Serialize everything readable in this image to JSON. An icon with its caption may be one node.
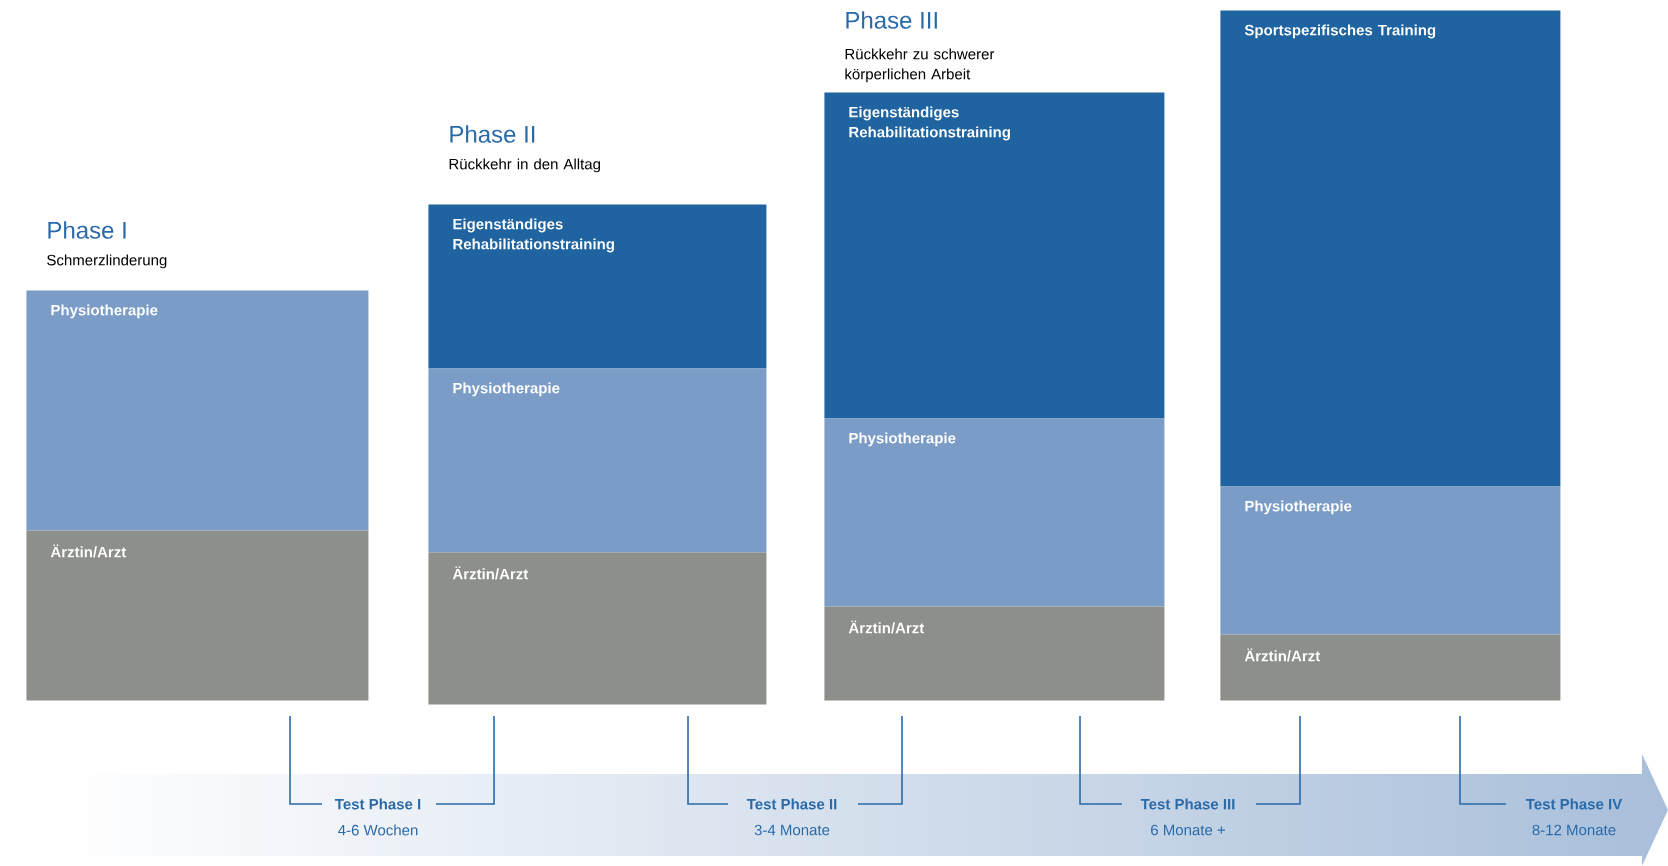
{
  "diagram": {
    "nodes": [
      {
        "text": [
          "Physiotherapie"
        ]
      },
      {
        "text": [
          "Ärztin/Arzt"
        ]
      },
      {
        "text": [
          "Eigenständiges Rehabilitationstraining"
        ]
      },
      {
        "text": [
          "Physiotherapie"
        ]
      },
      {
        "text": [
          "Ärztin/Arzt"
        ]
      },
      {
        "text": [
          "Eigenständiges Rehabilitationstraining"
        ]
      },
      {
        "text": [
          "Physiotherapie"
        ]
      },
      {
        "text": [
          "Ärztin/Arzt"
        ]
      },
      {
        "text": [
          "Sportspezifisches Training"
        ]
      },
      {
        "text": [
          "Physiotherapie"
        ]
      },
      {
        "text": [
          "Ärztin/Arzt"
        ]
      }
    ],
    "labels": [
      "Phase I",
      "Schmerzlinderung",
      "Phase II",
      "Rückkehr in den Alltag",
      "Phase III",
      "Rückkehr zu schwerer körperlichen Arbeit",
      "Test Phase I",
      "4-6 Wochen",
      "Test Phase II",
      "3-4 Monate",
      "Test Phase III",
      "6 Monate +",
      "Test Phase IV",
      "8-12 Monate"
    ]
  }
}
